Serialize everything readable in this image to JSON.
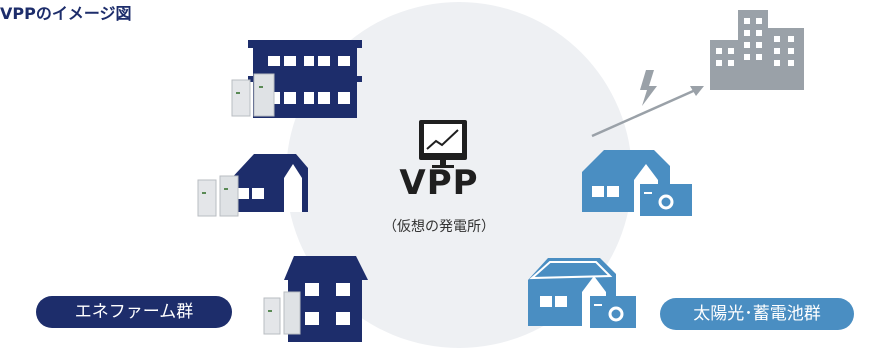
{
  "title": "VPPのイメージ図",
  "hub": {
    "label": "VPP",
    "sublabel": "（仮想の発電所）",
    "icon": "monitor-chart-icon"
  },
  "groups": {
    "left": {
      "label": "エネファーム群",
      "color": "#1d2d6b"
    },
    "right": {
      "label": "太陽光･蓄電池群",
      "color": "#4a8ec2"
    }
  },
  "colors": {
    "navy": "#1d2d6b",
    "blue": "#4a8ec2",
    "gray": "#9aa1a8",
    "hub": "#eef0f3"
  },
  "icons": [
    "apartment-icon",
    "house-icon",
    "two-story-house-icon",
    "fuel-cell-unit-icon",
    "solar-house-icon",
    "battery-icon",
    "office-building-icon",
    "lightning-icon"
  ]
}
